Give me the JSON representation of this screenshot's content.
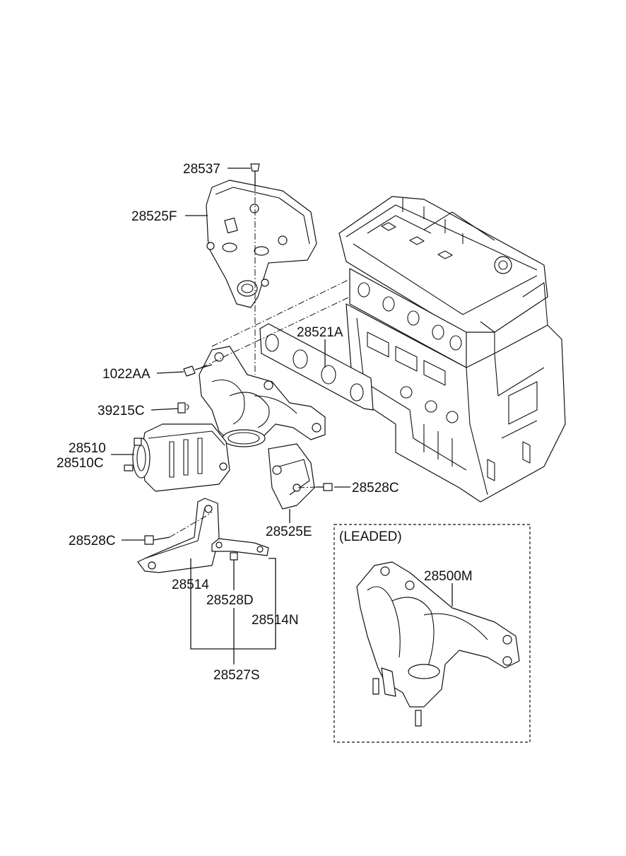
{
  "labels": {
    "p28537": "28537",
    "p28525F": "28525F",
    "p28521A": "28521A",
    "p1022AA": "1022AA",
    "p39215C": "39215C",
    "p28510": "28510",
    "p28510C": "28510C",
    "p28528C_right": "28528C",
    "p28525E": "28525E",
    "p28528C_left": "28528C",
    "p28514": "28514",
    "p28528D": "28528D",
    "p28514N": "28514N",
    "p28527S": "28527S",
    "leaded_title": "(LEADED)",
    "p28500M": "28500M"
  }
}
